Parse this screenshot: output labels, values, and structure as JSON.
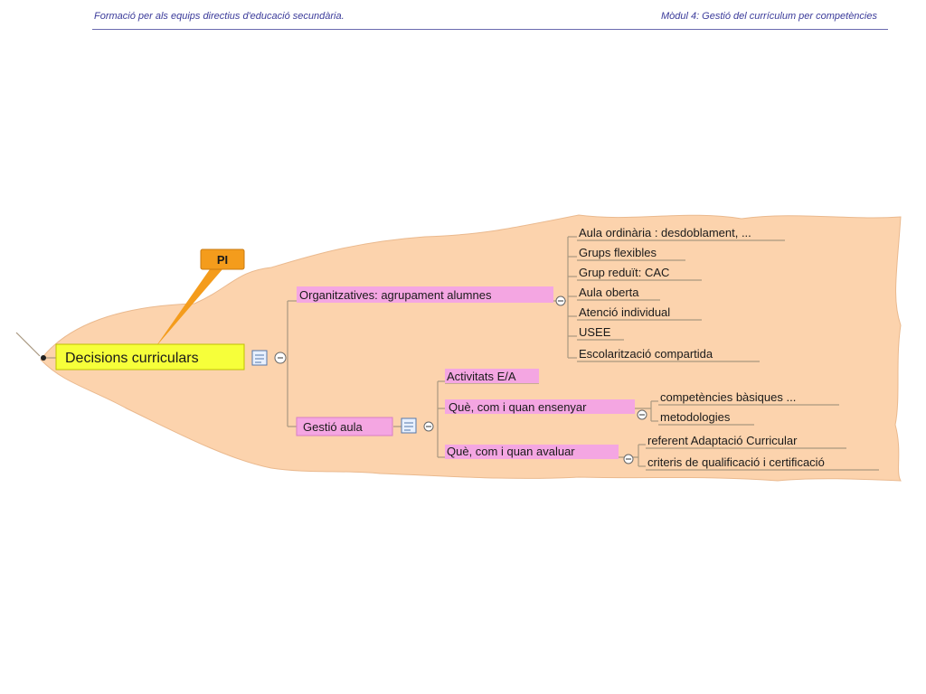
{
  "header": {
    "left": "Formació per als equips directius d'educació secundària.",
    "right": "Mòdul 4: Gestió del currículum per competències"
  },
  "map": {
    "root": "Decisions curriculars",
    "callout": "PI",
    "branch1": {
      "label": "Organitzatives: agrupament alumnes",
      "items": [
        "Aula ordinària : desdoblament, ...",
        "Grups flexibles",
        "Grup reduït: CAC",
        "Aula oberta",
        "Atenció individual",
        "USEE",
        "Escolarització compartida"
      ]
    },
    "branch2": {
      "label": "Gestió aula",
      "sub": {
        "activitats": "Activitats E/A",
        "ensenyar": "Què, com i quan ensenyar",
        "ensenyar_items": [
          "competències bàsiques ...",
          "metodologies"
        ],
        "avaluar": "Què, com i quan avaluar",
        "avaluar_items": [
          "referent Adaptació Curricular",
          "criteris de qualificació i certificació"
        ]
      }
    },
    "colors": {
      "background": "#fcd3ad",
      "root": "#f6ff3a",
      "pink": "#f4a6e2",
      "callout": "#f49c1c",
      "line": "#a89880"
    }
  }
}
